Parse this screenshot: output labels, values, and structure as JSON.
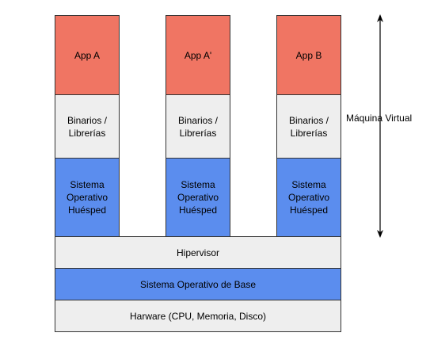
{
  "columns": [
    {
      "app": "App A",
      "libs": "Binarios /\nLibrerías",
      "os": "Sistema\nOperativo\nHuésped"
    },
    {
      "app": "App A'",
      "libs": "Binarios /\nLibrerías",
      "os": "Sistema\nOperativo\nHuésped"
    },
    {
      "app": "App B",
      "libs": "Binarios /\nLibrerías",
      "os": "Sistema\nOperativo\nHuésped"
    }
  ],
  "layers": {
    "hypervisor": "Hipervisor",
    "host_os": "Sistema Operativo de Base",
    "hardware": "Harware (CPU, Memoria, Disco)"
  },
  "vm_label": "Máquina Virtual",
  "colors": {
    "app": "#F07563",
    "os": "#5B8DEE",
    "light": "#EEEEEE",
    "border": "#333333"
  }
}
